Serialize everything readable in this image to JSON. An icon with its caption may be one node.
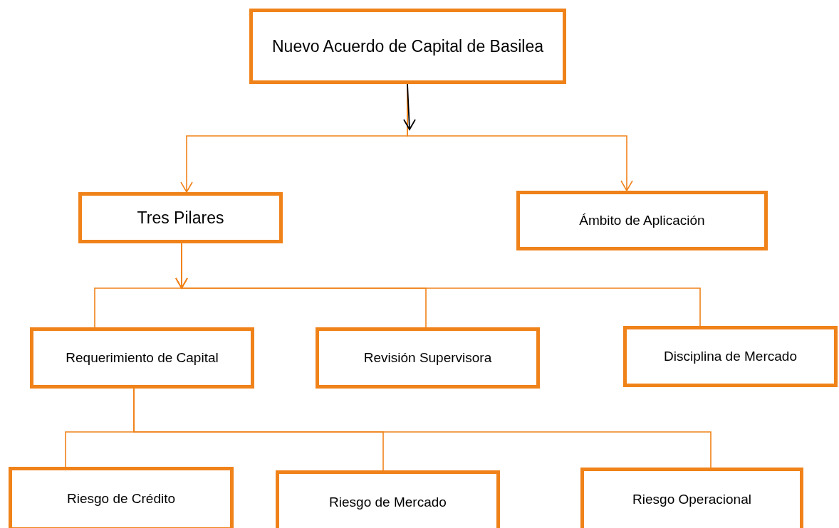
{
  "diagram": {
    "nodes": [
      {
        "text": [
          "Nuevo Acuerdo de Capital de Basilea"
        ]
      },
      {
        "text": [
          "Tres Pilares"
        ]
      },
      {
        "text": [
          "Ámbito de Aplicación"
        ]
      },
      {
        "text": [
          "Requerimiento de Capital"
        ]
      },
      {
        "text": [
          "Revisión Supervisora"
        ]
      },
      {
        "text": [
          "Disciplina de Mercado"
        ]
      },
      {
        "text": [
          "Riesgo de Crédito"
        ]
      },
      {
        "text": [
          "Riesgo de Mercado"
        ]
      },
      {
        "text": [
          "Riesgo Operacional"
        ]
      }
    ],
    "edges": [
      {
        "from": 0,
        "to": 1,
        "arrow": "to"
      },
      {
        "from": 0,
        "to": 2,
        "arrow": "to"
      },
      {
        "from": 1,
        "to": 3,
        "arrow": "to"
      },
      {
        "from": 1,
        "to": 4,
        "arrow": "to"
      },
      {
        "from": 1,
        "to": 5,
        "arrow": "to"
      },
      {
        "from": 3,
        "to": 6,
        "arrow": "none"
      },
      {
        "from": 3,
        "to": 7,
        "arrow": "none"
      },
      {
        "from": 3,
        "to": 8,
        "arrow": "none"
      }
    ]
  }
}
